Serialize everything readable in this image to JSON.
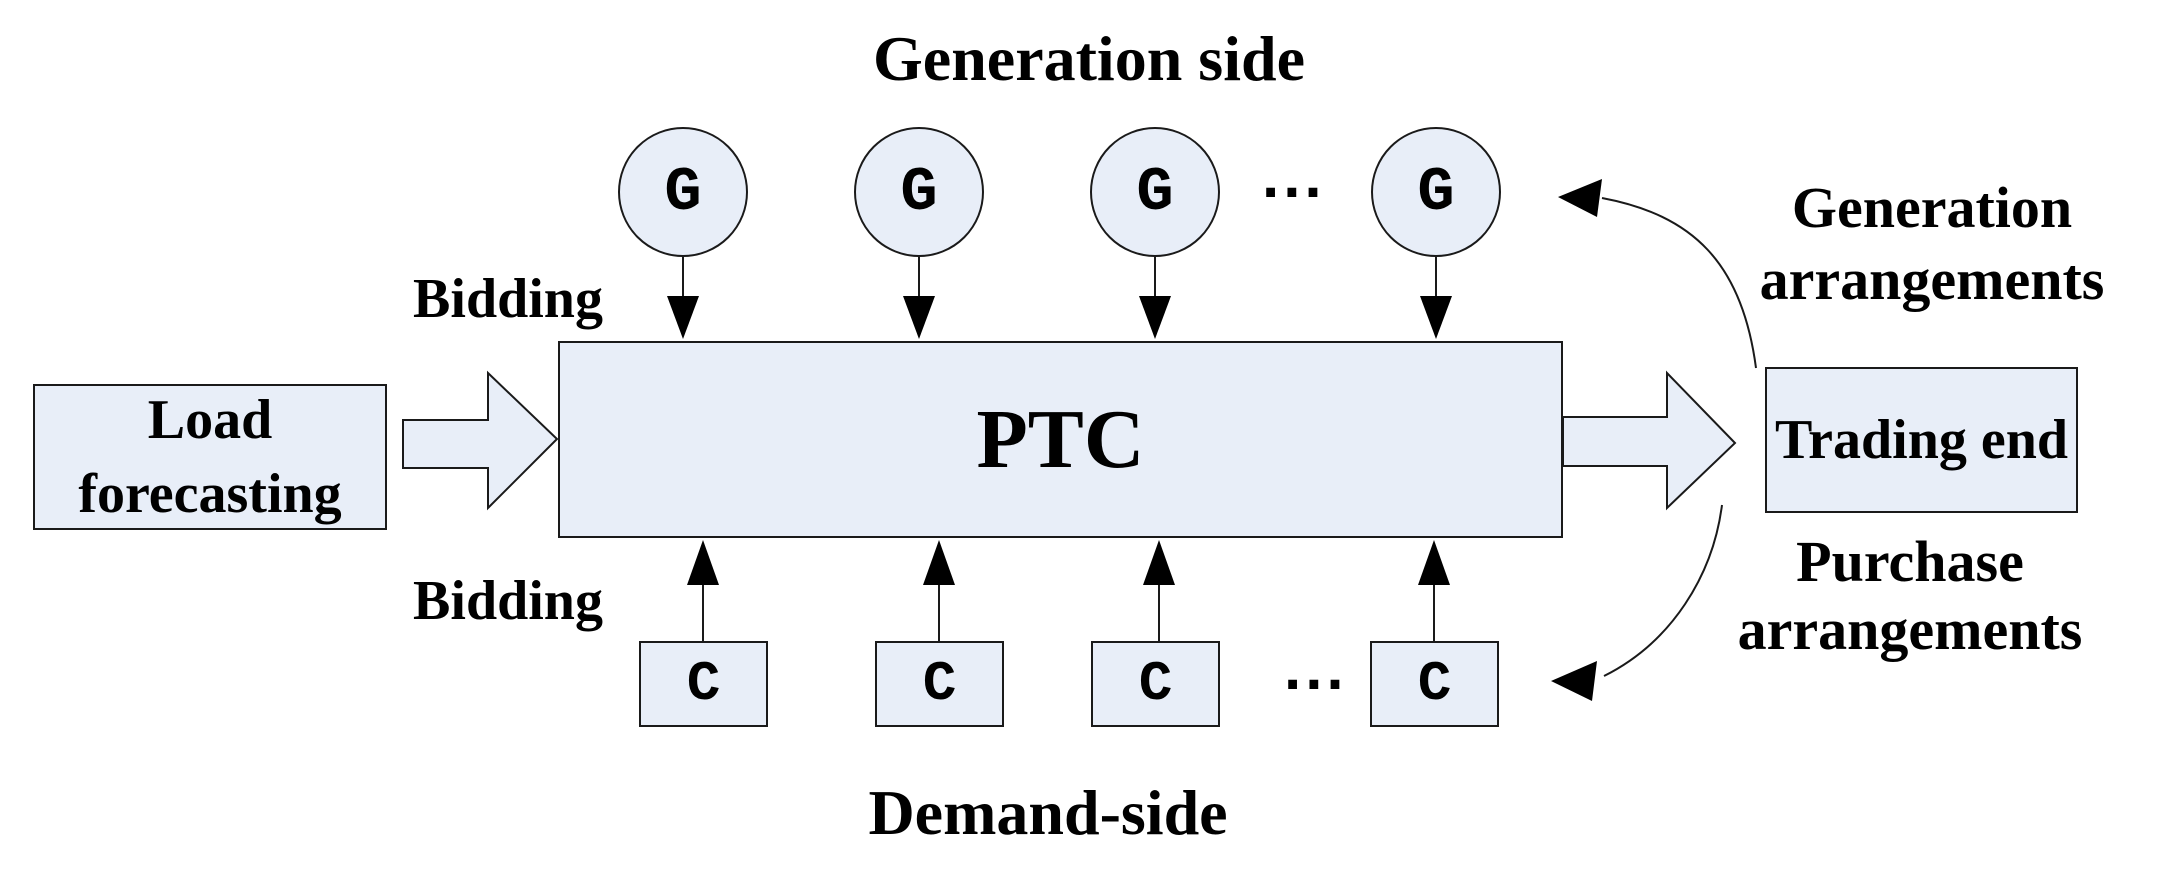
{
  "palette": {
    "background": "#ffffff",
    "shape_fill": "#e8eef8",
    "shape_border": "#1a1a1a",
    "text_color": "#000000"
  },
  "titles": {
    "generation_side": "Generation side",
    "demand_side": "Demand-side"
  },
  "nodes": {
    "generator_label": "G",
    "generator_ellipsis": "...",
    "consumer_label": "C",
    "consumer_ellipsis": "...",
    "ptc": "PTC",
    "load_forecasting": "Load forecasting",
    "trading_end": "Trading end"
  },
  "labels": {
    "bidding_top": "Bidding",
    "bidding_bottom": "Bidding",
    "generation_arrangements": "Generation arrangements",
    "purchase_arrangements": "Purchase arrangements"
  }
}
